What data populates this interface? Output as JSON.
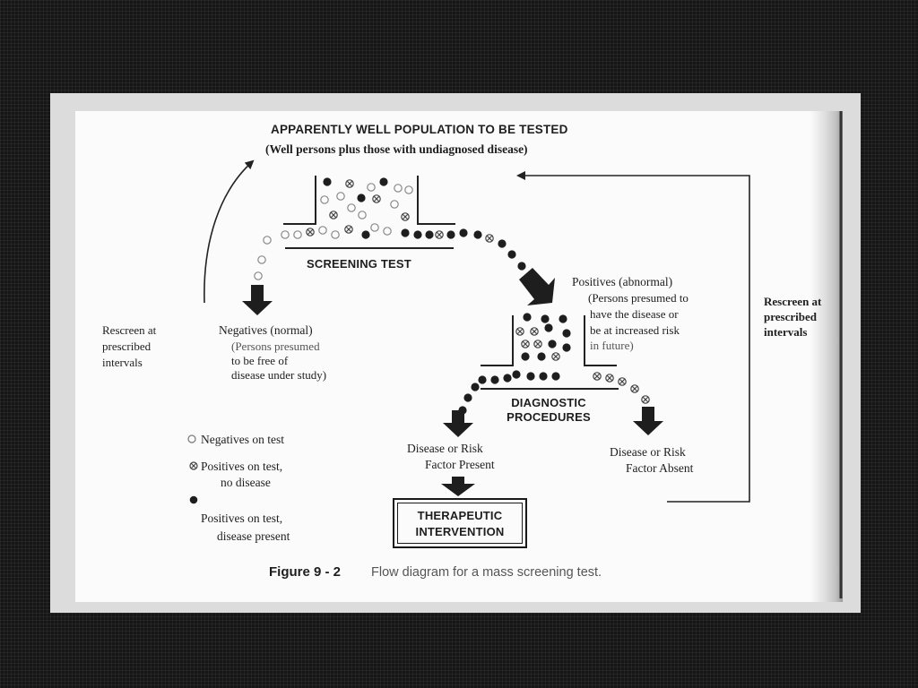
{
  "population": {
    "title": "APPARENTLY WELL POPULATION TO BE TESTED",
    "subtitle": "(Well persons plus those with undiagnosed disease)"
  },
  "screening_label": "SCREENING TEST",
  "negatives": {
    "line1": "Negatives (normal)",
    "line2": "(Persons presumed",
    "line3": "to be free of",
    "line4": "disease under study)"
  },
  "positives": {
    "line1": "Positives (abnormal)",
    "line2": "(Persons presumed to",
    "line3": "have the disease or",
    "line4": "be at increased risk",
    "line5": "in future)"
  },
  "rescreen_left": {
    "line1": "Rescreen at",
    "line2": "prescribed",
    "line3": "intervals"
  },
  "rescreen_right": {
    "line1": "Rescreen at",
    "line2": "prescribed",
    "line3": "intervals"
  },
  "diagnostic": {
    "line1": "DIAGNOSTIC",
    "line2": "PROCEDURES"
  },
  "disease_present": {
    "line1": "Disease or Risk",
    "line2": "Factor Present"
  },
  "disease_absent": {
    "line1": "Disease or Risk",
    "line2": "Factor Absent"
  },
  "therapy": {
    "line1": "THERAPEUTIC",
    "line2": "INTERVENTION"
  },
  "legend": {
    "negatives": "Negatives on test",
    "pos_no_disease_1": "Positives on test,",
    "pos_no_disease_2": "no disease",
    "pos_disease_1": "Positives on test,",
    "pos_disease_2": "disease present"
  },
  "caption": {
    "label": "Figure 9 - 2",
    "text": "Flow diagram for a mass screening test."
  },
  "colors": {
    "ink": "#1e1e1e",
    "page": "#fbfbfb",
    "frame": "#dcdcdc",
    "background": "#161616"
  }
}
